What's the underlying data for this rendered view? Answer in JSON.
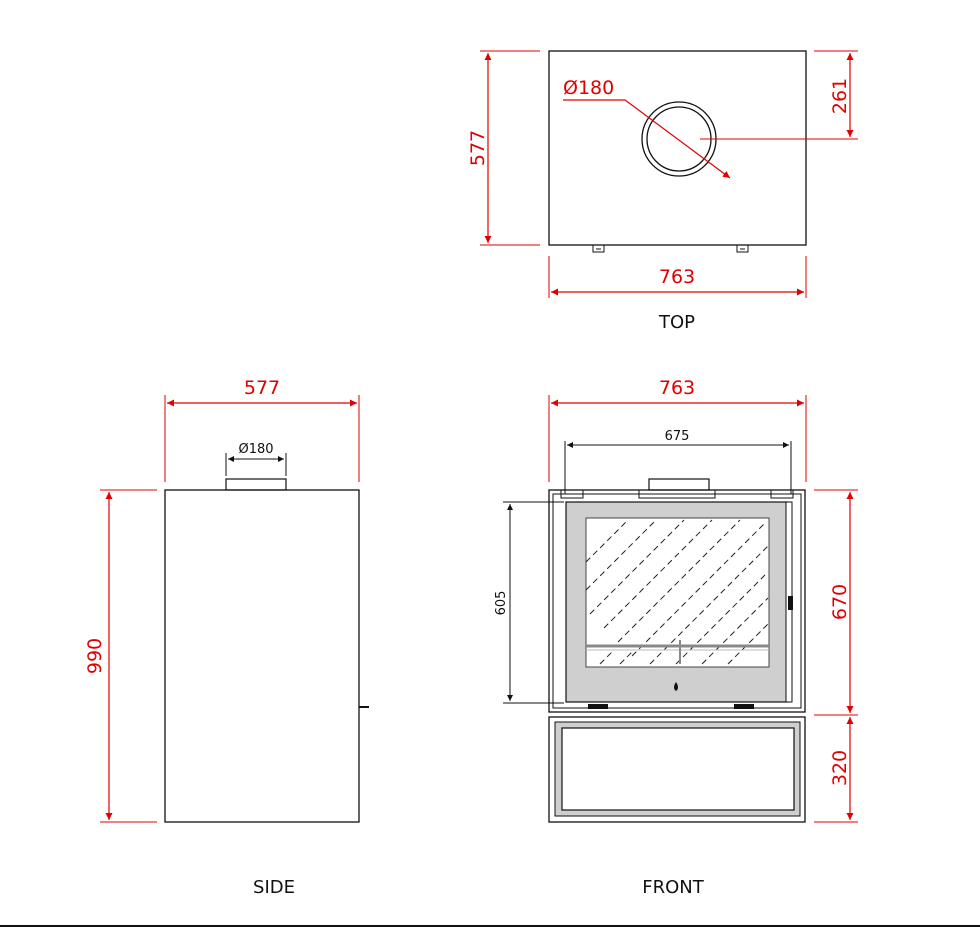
{
  "views": {
    "top": {
      "label": "TOP",
      "dims": {
        "width": "763",
        "depth": "577",
        "flue_diameter": "Ø180",
        "flue_offset": "261"
      }
    },
    "side": {
      "label": "SIDE",
      "dims": {
        "depth": "577",
        "height": "990",
        "flue_diameter": "Ø180"
      }
    },
    "front": {
      "label": "FRONT",
      "dims": {
        "width": "763",
        "inner_width": "675",
        "glass_height": "605",
        "upper_height": "670",
        "lower_height": "320"
      }
    }
  },
  "colors": {
    "dimension": "#e10000",
    "outline": "#111111",
    "frame": "#cfcfcf"
  }
}
